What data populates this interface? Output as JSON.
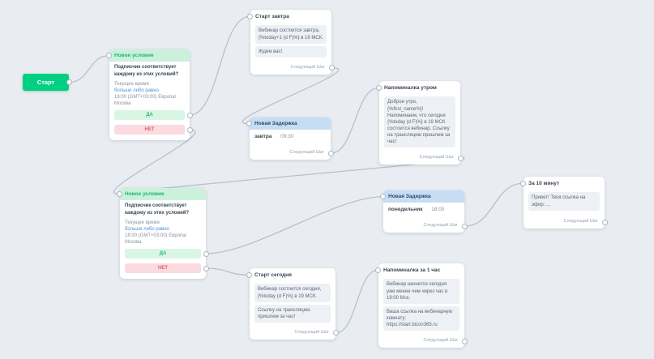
{
  "colors": {
    "canvas_bg": "#e9edf1",
    "start_green": "#00d084",
    "condition_green": "#cbf1db",
    "condition_green_text": "#1eb672",
    "delay_blue": "#c7ddf4",
    "delay_blue_text": "#2c4a6b",
    "yes_green": "#d8f6e4",
    "no_red": "#fbdbdf",
    "msg_bg": "#edf0f4",
    "link_blue": "#4a90e2",
    "wire": "#b7c1cb",
    "port_border": "#a9b6c2"
  },
  "start_button": {
    "label": "Старт"
  },
  "labels": {
    "next_step": "Следующий Шаг",
    "yes": "ДА",
    "no": "НЕТ"
  },
  "nodes": {
    "condition_1": {
      "title": "Новое условие",
      "question": "Подписчик соответствует каждому из этих условий?",
      "field": "Текущее время",
      "operator": "больше либо равно",
      "value": "18:00 (GMT+03:00) Европа/Москва"
    },
    "start_tomorrow": {
      "title": "Старт завтра",
      "message_1": "Вебинар состоится завтра, {%today+1 (d F)%} в 19 МСК.",
      "message_2": "Ждем вас!"
    },
    "delay_1": {
      "title": "Новая Задержка",
      "when": "завтра",
      "time": "09:30"
    },
    "morning_reminder": {
      "title": "Напоминалка утром",
      "message_1": "Доброе утро, {%first_name%}! Напоминаем, что сегодня {%today (d F)%} в 19 МСК состоится вебинар. Ссылку на трансляцию пришлем за час!"
    },
    "condition_2": {
      "title": "Новое условие",
      "question": "Подписчик соответствует каждому из этих условий?",
      "field": "Текущее время",
      "operator": "больше либо равно",
      "value": "18:00 (GMT+03:00) Европа/Москва"
    },
    "delay_2": {
      "title": "Новая Задержка",
      "when": "понедельник",
      "time": "18:00"
    },
    "ten_minutes": {
      "title": "За 10 минут",
      "message_1": "Привет! Твоя ссылка на эфир: ..."
    },
    "start_today": {
      "title": "Старт сегодня",
      "message_1": "Вебинар состоится сегодня, {%today (d F)%} в 19 МСК.",
      "message_2": "Ссылку на трансляцию пришлем за час!"
    },
    "hour_reminder": {
      "title": "Напоминалка за 1 час",
      "message_1": "Вебинар начнется сегодня уже менее чем через час в 19:00 Мск.",
      "message_2": "Ваша ссылка на вебинарную комнату: https://start.bizon365.ru"
    }
  },
  "wires": [
    {
      "from": "start.out",
      "to": "condition_1.in"
    },
    {
      "from": "condition_1.yes",
      "to": "start_tomorrow.in"
    },
    {
      "from": "condition_1.no",
      "to": "condition_2.in"
    },
    {
      "from": "start_tomorrow.out",
      "to": "delay_1.in"
    },
    {
      "from": "delay_1.out",
      "to": "morning_reminder.in"
    },
    {
      "from": "morning_reminder.out",
      "to": "condition_2.in"
    },
    {
      "from": "condition_2.yes",
      "to": "delay_2.in"
    },
    {
      "from": "condition_2.no",
      "to": "start_today.in"
    },
    {
      "from": "delay_2.out",
      "to": "ten_minutes.in"
    },
    {
      "from": "start_today.out",
      "to": "hour_reminder.in"
    }
  ]
}
